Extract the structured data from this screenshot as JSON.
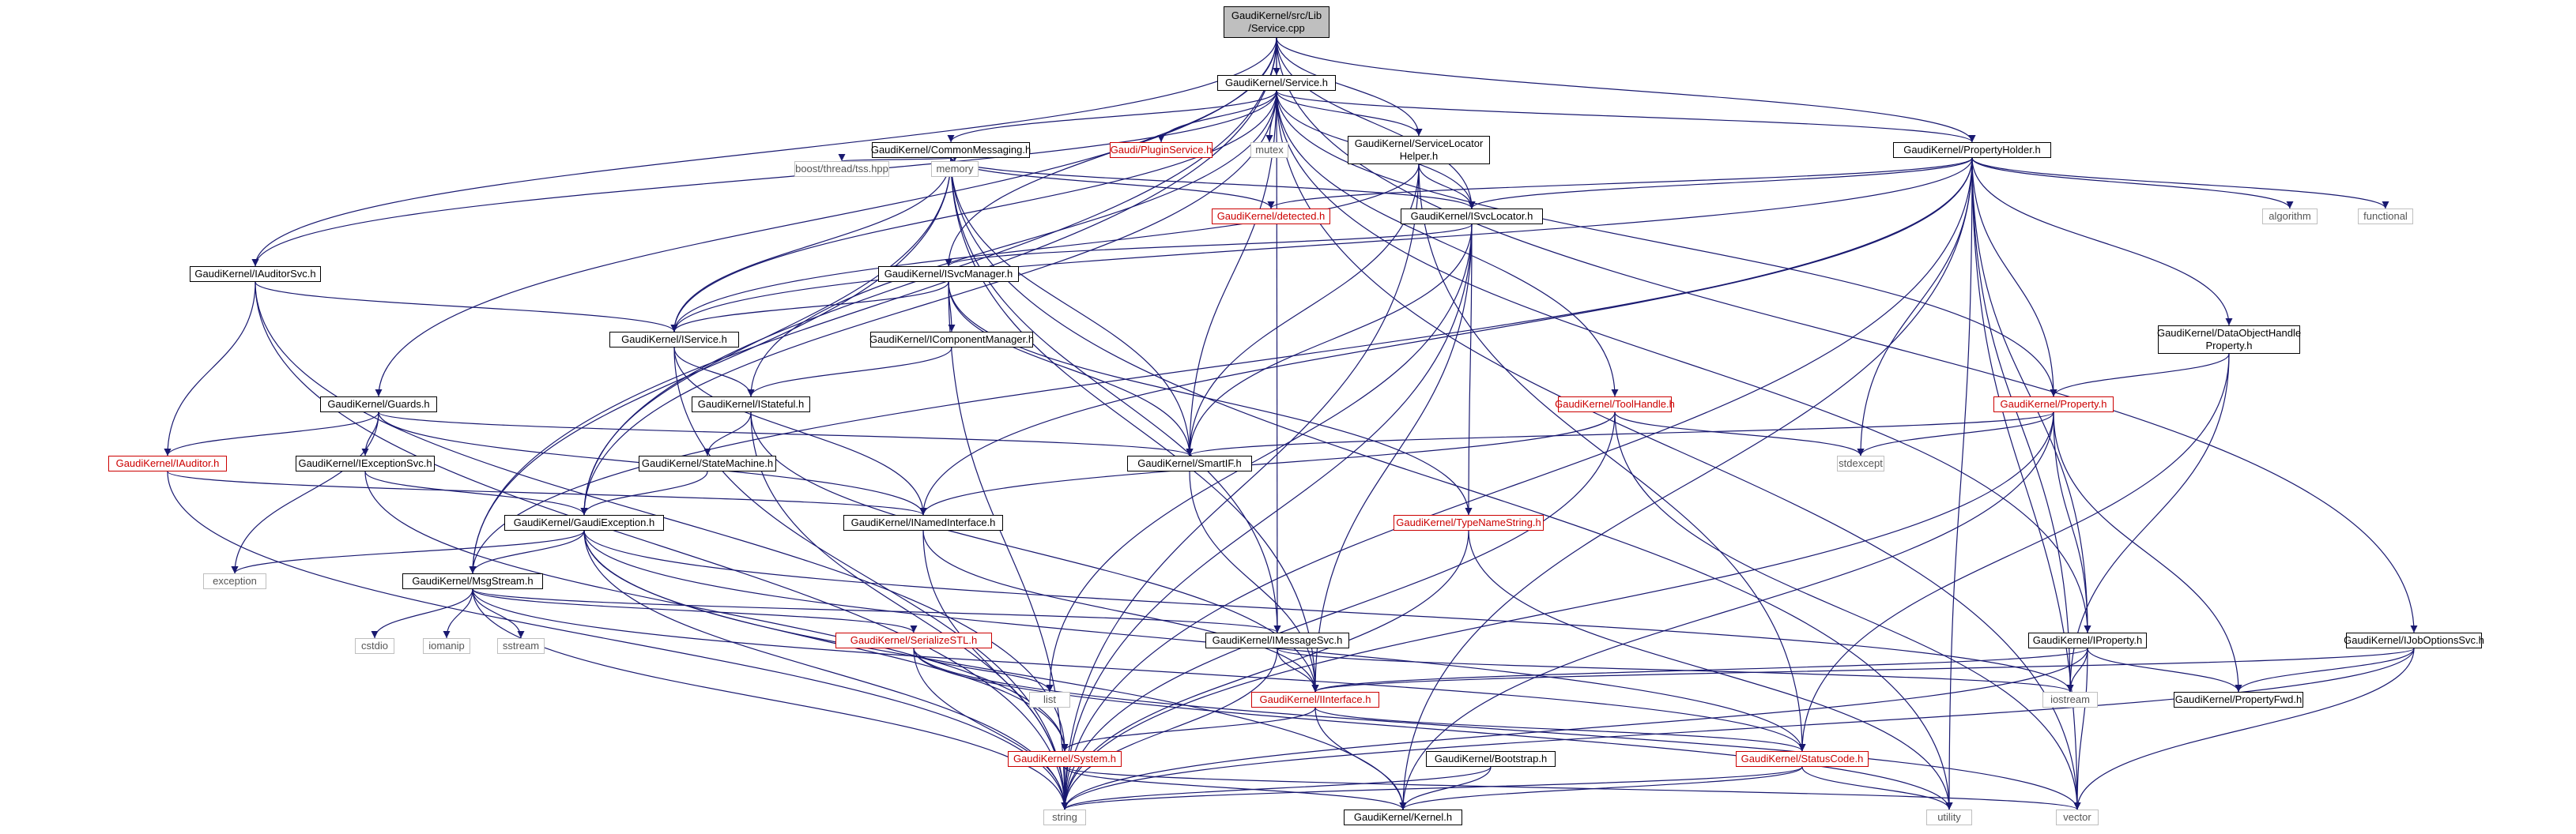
{
  "colors": {
    "edge": "#191970",
    "default_border": "#000000",
    "external_border": "#bfbfbf",
    "incomplete_border": "#cc0000",
    "root_fill": "#bfbfbf"
  },
  "nodes": [
    {
      "id": "root",
      "label": "GaudiKernel/src/Lib\n/Service.cpp",
      "style": "root"
    },
    {
      "id": "service_h",
      "label": "GaudiKernel/Service.h",
      "style": "normal"
    },
    {
      "id": "commonmsg",
      "label": "GaudiKernel/CommonMessaging.h",
      "style": "normal"
    },
    {
      "id": "pluginsvc",
      "label": "Gaudi/PluginService.h",
      "style": "red"
    },
    {
      "id": "mutex",
      "label": "mutex",
      "style": "gray"
    },
    {
      "id": "svcloch",
      "label": "GaudiKernel/ServiceLocator\nHelper.h",
      "style": "normal"
    },
    {
      "id": "propholder",
      "label": "GaudiKernel/PropertyHolder.h",
      "style": "normal"
    },
    {
      "id": "boostts",
      "label": "boost/thread/tss.hpp",
      "style": "gray"
    },
    {
      "id": "memory",
      "label": "memory",
      "style": "gray"
    },
    {
      "id": "detected",
      "label": "GaudiKernel/detected.h",
      "style": "red"
    },
    {
      "id": "isvcloc",
      "label": "GaudiKernel/ISvcLocator.h",
      "style": "normal"
    },
    {
      "id": "algorithm",
      "label": "algorithm",
      "style": "gray"
    },
    {
      "id": "functional",
      "label": "functional",
      "style": "gray"
    },
    {
      "id": "iauditorsvc",
      "label": "GaudiKernel/IAuditorSvc.h",
      "style": "normal"
    },
    {
      "id": "isvcmgr",
      "label": "GaudiKernel/ISvcManager.h",
      "style": "normal"
    },
    {
      "id": "iservice",
      "label": "GaudiKernel/IService.h",
      "style": "normal"
    },
    {
      "id": "icompmgr",
      "label": "GaudiKernel/IComponentManager.h",
      "style": "normal"
    },
    {
      "id": "dohprop",
      "label": "GaudiKernel/DataObjectHandle\nProperty.h",
      "style": "normal"
    },
    {
      "id": "guards",
      "label": "GaudiKernel/Guards.h",
      "style": "normal"
    },
    {
      "id": "istateful",
      "label": "GaudiKernel/IStateful.h",
      "style": "normal"
    },
    {
      "id": "toolhandle",
      "label": "GaudiKernel/ToolHandle.h",
      "style": "red"
    },
    {
      "id": "property",
      "label": "GaudiKernel/Property.h",
      "style": "red"
    },
    {
      "id": "iauditor",
      "label": "GaudiKernel/IAuditor.h",
      "style": "red"
    },
    {
      "id": "iexcsvc",
      "label": "GaudiKernel/IExceptionSvc.h",
      "style": "normal"
    },
    {
      "id": "statemachine",
      "label": "GaudiKernel/StateMachine.h",
      "style": "normal"
    },
    {
      "id": "smartif",
      "label": "GaudiKernel/SmartIF.h",
      "style": "normal"
    },
    {
      "id": "stdexcept",
      "label": "stdexcept",
      "style": "gray"
    },
    {
      "id": "gaudiexc",
      "label": "GaudiKernel/GaudiException.h",
      "style": "normal"
    },
    {
      "id": "inamedif",
      "label": "GaudiKernel/INamedInterface.h",
      "style": "normal"
    },
    {
      "id": "typenamestr",
      "label": "GaudiKernel/TypeNameString.h",
      "style": "red"
    },
    {
      "id": "exception",
      "label": "exception",
      "style": "gray"
    },
    {
      "id": "msgstream",
      "label": "GaudiKernel/MsgStream.h",
      "style": "normal"
    },
    {
      "id": "cstdio",
      "label": "cstdio",
      "style": "gray"
    },
    {
      "id": "iomanip",
      "label": "iomanip",
      "style": "gray"
    },
    {
      "id": "sstream",
      "label": "sstream",
      "style": "gray"
    },
    {
      "id": "serializestl",
      "label": "GaudiKernel/SerializeSTL.h",
      "style": "red"
    },
    {
      "id": "imsgsvc",
      "label": "GaudiKernel/IMessageSvc.h",
      "style": "normal"
    },
    {
      "id": "iproperty",
      "label": "GaudiKernel/IProperty.h",
      "style": "normal"
    },
    {
      "id": "ijobopt",
      "label": "GaudiKernel/IJobOptionsSvc.h",
      "style": "normal"
    },
    {
      "id": "list",
      "label": "list",
      "style": "gray"
    },
    {
      "id": "iinterface",
      "label": "GaudiKernel/IInterface.h",
      "style": "red"
    },
    {
      "id": "iostream",
      "label": "iostream",
      "style": "gray"
    },
    {
      "id": "propfwd",
      "label": "GaudiKernel/PropertyFwd.h",
      "style": "normal"
    },
    {
      "id": "system",
      "label": "GaudiKernel/System.h",
      "style": "red"
    },
    {
      "id": "bootstrap",
      "label": "GaudiKernel/Bootstrap.h",
      "style": "normal"
    },
    {
      "id": "statuscode",
      "label": "GaudiKernel/StatusCode.h",
      "style": "red"
    },
    {
      "id": "string",
      "label": "string",
      "style": "gray"
    },
    {
      "id": "kernel",
      "label": "GaudiKernel/Kernel.h",
      "style": "normal"
    },
    {
      "id": "utility",
      "label": "utility",
      "style": "gray"
    },
    {
      "id": "vector",
      "label": "vector",
      "style": "gray"
    }
  ],
  "edges": [
    [
      "root",
      "service_h"
    ],
    [
      "root",
      "iauditorsvc"
    ],
    [
      "root",
      "guards"
    ],
    [
      "root",
      "msgstream"
    ],
    [
      "root",
      "gaudiexc"
    ],
    [
      "root",
      "isvcmgr"
    ],
    [
      "root",
      "svcloch"
    ],
    [
      "root",
      "isvcloc"
    ],
    [
      "root",
      "propholder"
    ],
    [
      "root",
      "imsgsvc"
    ],
    [
      "root",
      "ijobopt"
    ],
    [
      "service_h",
      "commonmsg"
    ],
    [
      "service_h",
      "pluginsvc"
    ],
    [
      "service_h",
      "mutex"
    ],
    [
      "service_h",
      "svcloch"
    ],
    [
      "service_h",
      "propholder"
    ],
    [
      "service_h",
      "iauditorsvc"
    ],
    [
      "service_h",
      "iservice"
    ],
    [
      "service_h",
      "istateful"
    ],
    [
      "service_h",
      "gaudiexc"
    ],
    [
      "service_h",
      "smartif"
    ],
    [
      "service_h",
      "toolhandle"
    ],
    [
      "service_h",
      "property"
    ],
    [
      "service_h",
      "iproperty"
    ],
    [
      "service_h",
      "vector"
    ],
    [
      "service_h",
      "isvcloc"
    ],
    [
      "commonmsg",
      "boostts"
    ],
    [
      "commonmsg",
      "memory"
    ],
    [
      "commonmsg",
      "detected"
    ],
    [
      "commonmsg",
      "isvcloc"
    ],
    [
      "commonmsg",
      "iservice"
    ],
    [
      "commonmsg",
      "msgstream"
    ],
    [
      "commonmsg",
      "gaudiexc"
    ],
    [
      "commonmsg",
      "smartif"
    ],
    [
      "commonmsg",
      "imsgsvc"
    ],
    [
      "commonmsg",
      "utility"
    ],
    [
      "commonmsg",
      "iinterface"
    ],
    [
      "svcloch",
      "isvcloc"
    ],
    [
      "svcloch",
      "iservice"
    ],
    [
      "svcloch",
      "smartif"
    ],
    [
      "svcloch",
      "string"
    ],
    [
      "svcloch",
      "statuscode"
    ],
    [
      "propholder",
      "detected"
    ],
    [
      "propholder",
      "isvcloc"
    ],
    [
      "propholder",
      "algorithm"
    ],
    [
      "propholder",
      "functional"
    ],
    [
      "propholder",
      "dohprop"
    ],
    [
      "propholder",
      "property"
    ],
    [
      "propholder",
      "stdexcept"
    ],
    [
      "propholder",
      "iproperty"
    ],
    [
      "propholder",
      "iostream"
    ],
    [
      "propholder",
      "utility"
    ],
    [
      "propholder",
      "vector"
    ],
    [
      "propholder",
      "string"
    ],
    [
      "propholder",
      "inamedif"
    ],
    [
      "propholder",
      "msgstream"
    ],
    [
      "propholder",
      "iservice"
    ],
    [
      "propholder",
      "kernel"
    ],
    [
      "isvcloc",
      "isvcmgr"
    ],
    [
      "isvcloc",
      "smartif"
    ],
    [
      "isvcloc",
      "typenamestr"
    ],
    [
      "isvcloc",
      "iinterface"
    ],
    [
      "isvcloc",
      "list"
    ],
    [
      "isvcloc",
      "string"
    ],
    [
      "iauditorsvc",
      "iservice"
    ],
    [
      "iauditorsvc",
      "iauditor"
    ],
    [
      "iauditorsvc",
      "system"
    ],
    [
      "iauditorsvc",
      "string"
    ],
    [
      "isvcmgr",
      "iservice"
    ],
    [
      "isvcmgr",
      "icompmgr"
    ],
    [
      "isvcmgr",
      "smartif"
    ],
    [
      "isvcmgr",
      "typenamestr"
    ],
    [
      "isvcmgr",
      "string"
    ],
    [
      "iservice",
      "istateful"
    ],
    [
      "iservice",
      "inamedif"
    ],
    [
      "iservice",
      "string"
    ],
    [
      "icompmgr",
      "istateful"
    ],
    [
      "dohprop",
      "property"
    ],
    [
      "dohprop",
      "iostream"
    ],
    [
      "dohprop",
      "statuscode"
    ],
    [
      "guards",
      "iauditor"
    ],
    [
      "guards",
      "iexcsvc"
    ],
    [
      "guards",
      "exception"
    ],
    [
      "guards",
      "inamedif"
    ],
    [
      "guards",
      "smartif"
    ],
    [
      "istateful",
      "statemachine"
    ],
    [
      "istateful",
      "iinterface"
    ],
    [
      "istateful",
      "string"
    ],
    [
      "toolhandle",
      "stdexcept"
    ],
    [
      "toolhandle",
      "inamedif"
    ],
    [
      "toolhandle",
      "string"
    ],
    [
      "toolhandle",
      "vector"
    ],
    [
      "property",
      "stdexcept"
    ],
    [
      "property",
      "smartif"
    ],
    [
      "property",
      "iproperty"
    ],
    [
      "property",
      "propfwd"
    ],
    [
      "property",
      "string"
    ],
    [
      "property",
      "kernel"
    ],
    [
      "iauditor",
      "inamedif"
    ],
    [
      "iauditor",
      "string"
    ],
    [
      "iexcsvc",
      "gaudiexc"
    ],
    [
      "iexcsvc",
      "system"
    ],
    [
      "statemachine",
      "gaudiexc"
    ],
    [
      "smartif",
      "iinterface"
    ],
    [
      "gaudiexc",
      "exception"
    ],
    [
      "gaudiexc",
      "msgstream"
    ],
    [
      "gaudiexc",
      "string"
    ],
    [
      "gaudiexc",
      "iostream"
    ],
    [
      "gaudiexc",
      "system"
    ],
    [
      "gaudiexc",
      "statuscode"
    ],
    [
      "gaudiexc",
      "kernel"
    ],
    [
      "inamedif",
      "iinterface"
    ],
    [
      "inamedif",
      "string"
    ],
    [
      "typenamestr",
      "string"
    ],
    [
      "typenamestr",
      "utility"
    ],
    [
      "msgstream",
      "cstdio"
    ],
    [
      "msgstream",
      "iomanip"
    ],
    [
      "msgstream",
      "sstream"
    ],
    [
      "msgstream",
      "serializestl"
    ],
    [
      "msgstream",
      "imsgsvc"
    ],
    [
      "msgstream",
      "string"
    ],
    [
      "msgstream",
      "statuscode"
    ],
    [
      "serializestl",
      "list"
    ],
    [
      "serializestl",
      "string"
    ],
    [
      "serializestl",
      "utility"
    ],
    [
      "serializestl",
      "vector"
    ],
    [
      "imsgsvc",
      "iinterface"
    ],
    [
      "imsgsvc",
      "iostream"
    ],
    [
      "imsgsvc",
      "string"
    ],
    [
      "iproperty",
      "iinterface"
    ],
    [
      "iproperty",
      "iostream"
    ],
    [
      "iproperty",
      "propfwd"
    ],
    [
      "iproperty",
      "string"
    ],
    [
      "iproperty",
      "vector"
    ],
    [
      "ijobopt",
      "iinterface"
    ],
    [
      "ijobopt",
      "propfwd"
    ],
    [
      "ijobopt",
      "string"
    ],
    [
      "ijobopt",
      "vector"
    ],
    [
      "iinterface",
      "system"
    ],
    [
      "iinterface",
      "statuscode"
    ],
    [
      "iinterface",
      "kernel"
    ],
    [
      "system",
      "string"
    ],
    [
      "system",
      "kernel"
    ],
    [
      "system",
      "vector"
    ],
    [
      "bootstrap",
      "string"
    ],
    [
      "bootstrap",
      "kernel"
    ],
    [
      "statuscode",
      "utility"
    ],
    [
      "statuscode",
      "string"
    ],
    [
      "statuscode",
      "kernel"
    ]
  ]
}
